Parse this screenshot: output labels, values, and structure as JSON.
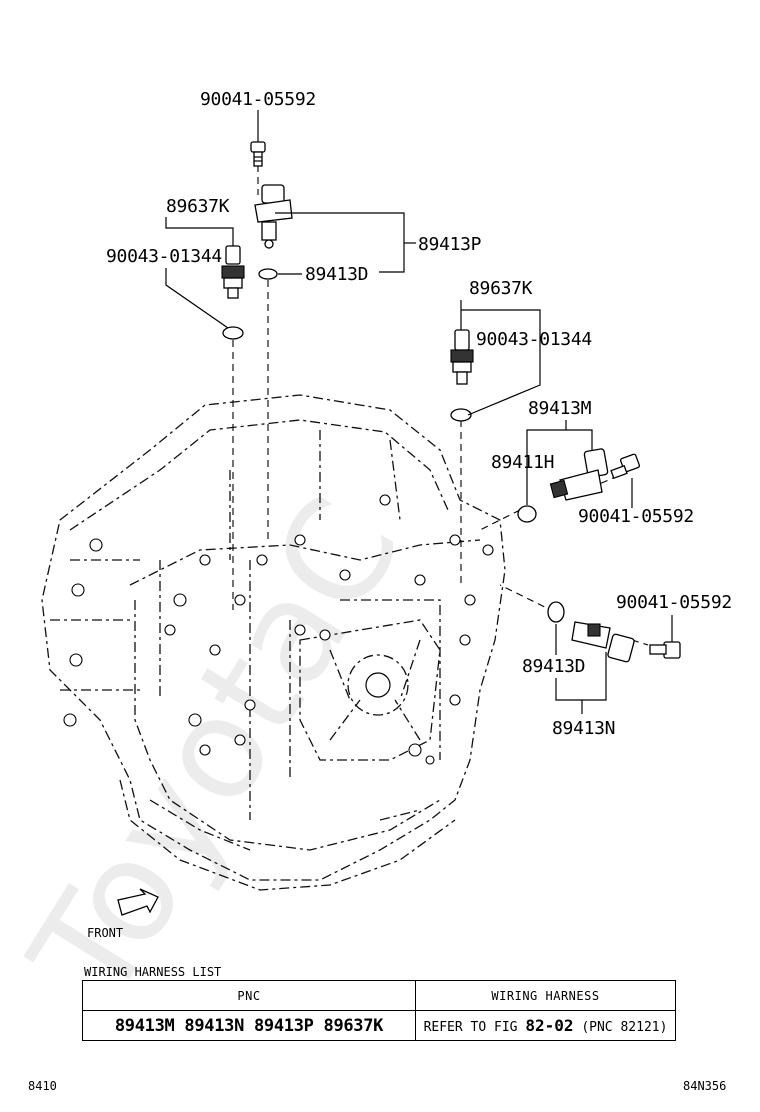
{
  "watermark": "ToyotaC",
  "callouts": {
    "bolt_top": "90041-05592",
    "sensor_left": "89637K",
    "oring_left": "90043-01344",
    "speed_sensor_p": "89413P",
    "oring_d_top": "89413D",
    "sensor_right": "89637K",
    "oring_right": "90043-01344",
    "speed_sensor_m": "89413M",
    "oring_h": "89411H",
    "bolt_mid": "90041-05592",
    "bolt_lower": "90041-05592",
    "oring_d_lower": "89413D",
    "speed_sensor_n": "89413N"
  },
  "front_label": "FRONT",
  "harness_list": {
    "title": "WIRING HARNESS LIST",
    "col_pnc": "PNC",
    "col_harness": "WIRING HARNESS",
    "pnc_values": "89413M 89413N 89413P 89637K",
    "refer_prefix": "REFER TO FIG",
    "refer_fig": "82-02",
    "refer_pnc": "(PNC 82121)"
  },
  "footer_left": "8410",
  "footer_right": "84N356"
}
